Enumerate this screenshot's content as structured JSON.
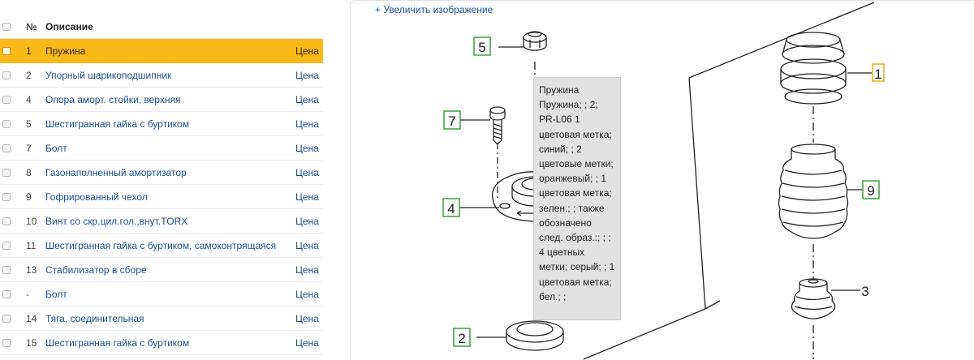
{
  "table": {
    "headers": {
      "num": "№",
      "desc": "Описание"
    },
    "rows": [
      {
        "num": "1",
        "desc": "Пружина",
        "price": "Цена",
        "selected": true
      },
      {
        "num": "2",
        "desc": "Упорный шарикоподшипник",
        "price": "Цена"
      },
      {
        "num": "4",
        "desc": "Опора аморт. стойки, верхняя",
        "price": "Цена"
      },
      {
        "num": "5",
        "desc": "Шестигранная гайка с буртиком",
        "price": "Цена"
      },
      {
        "num": "7",
        "desc": "Болт",
        "price": "Цена"
      },
      {
        "num": "8",
        "desc": "Газонаполненный амортизатор",
        "price": "Цена"
      },
      {
        "num": "9",
        "desc": "Гофрированный чехол",
        "price": "Цена"
      },
      {
        "num": "10",
        "desc": "Винт со скр.цил.гол.,внут.TORX",
        "price": "Цена"
      },
      {
        "num": "11",
        "desc": "Шестигранная гайка с буртиком, самоконтрящаяся",
        "price": "Цена"
      },
      {
        "num": "13",
        "desc": "Стабилизатор в сборе",
        "price": "Цена"
      },
      {
        "num": "-",
        "desc": "Болт",
        "price": "Цена"
      },
      {
        "num": "14",
        "desc": "Тяга, соединительная",
        "price": "Цена"
      },
      {
        "num": "15",
        "desc": "Шестигранная гайка с буртиком",
        "price": "Цена"
      }
    ]
  },
  "diagram": {
    "enlarge_link": "+ Увеличить изображение",
    "callouts": {
      "c5": "5",
      "c7": "7",
      "c4": "4",
      "c2": "2",
      "c1": "1",
      "c9": "9",
      "c3": "3"
    },
    "callout_color_boxed": "#2e9b2e",
    "callout_color_active": "#e0a800"
  },
  "tooltip": {
    "lines": [
      "Пружина",
      "Пружина; ; 2;",
      "PR-L06 1",
      "цветовая метка;",
      "синий; ; 2",
      "цветовые метки;",
      "оранжевый; ; 1",
      "цветовая метка;",
      "зелен.; ; также",
      "обозначено",
      "след. образ.:; ; ;",
      "4 цветных",
      "метки; серый; ; 1",
      "цветовая метка;",
      "бел.; ;"
    ]
  }
}
